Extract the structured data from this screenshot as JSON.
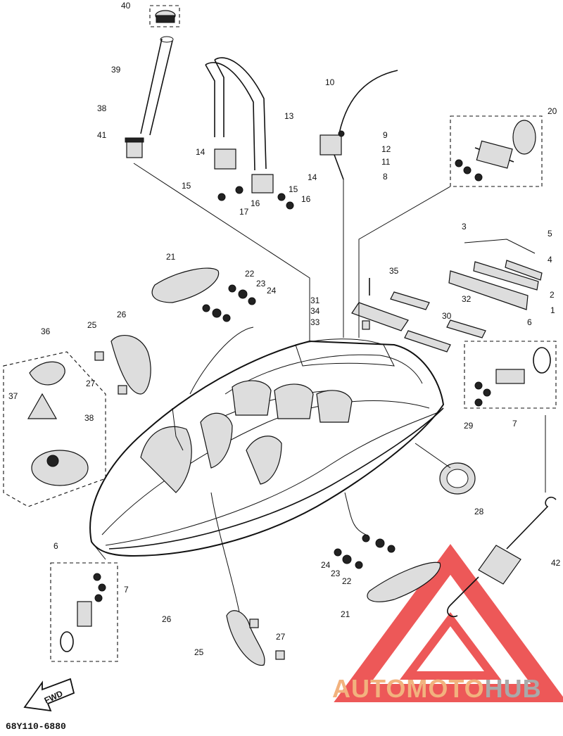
{
  "diagram": {
    "code": "68Y110-6880",
    "fwd": "FWD",
    "brand_part1": "AUTOMOTO",
    "brand_part2": "HUB",
    "brand_colors": {
      "main": "#f2b27e",
      "secondary": "#a9a9a9",
      "mark": "#ea3b3b"
    },
    "callouts": [
      "40",
      "39",
      "38",
      "41",
      "13",
      "14",
      "15",
      "17",
      "16",
      "14",
      "15",
      "16",
      "10",
      "9",
      "12",
      "11",
      "8",
      "20",
      "3",
      "5",
      "4",
      "2",
      "32",
      "1",
      "35",
      "31",
      "34",
      "33",
      "30",
      "6",
      "7",
      "21",
      "22",
      "23",
      "24",
      "26",
      "25",
      "27",
      "36",
      "37",
      "38",
      "29",
      "28",
      "42",
      "6",
      "7",
      "24",
      "23",
      "22",
      "21",
      "26",
      "25",
      "27"
    ]
  }
}
